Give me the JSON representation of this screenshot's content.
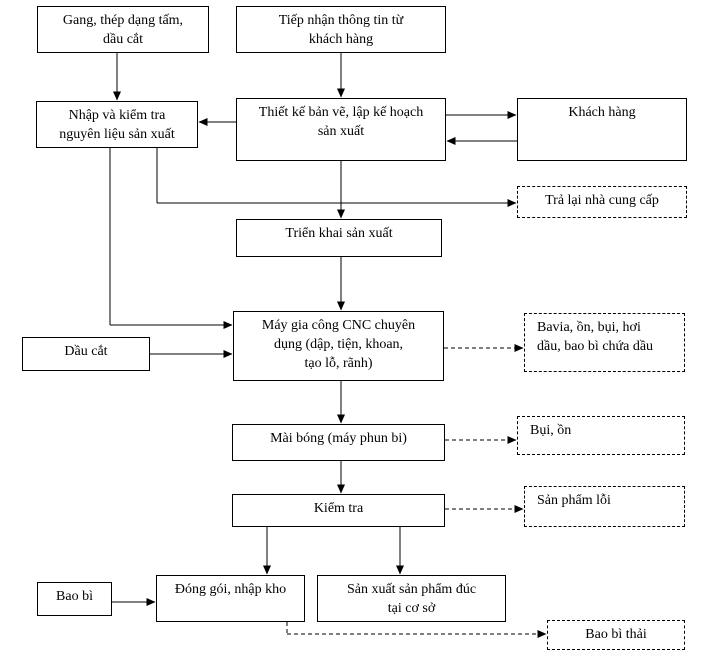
{
  "nodes": {
    "raw_materials": "Gang, thép dạng tấm,\ndầu cắt",
    "customer_info": "Tiếp nhận thông tin từ\nkhách hàng",
    "import_check": "Nhập và kiểm tra\nnguyên liệu sản xuất",
    "design_plan": "Thiết kế bản vẽ, lập kế hoạch\nsản xuất",
    "customer": "Khách hàng",
    "return_supplier": "Trả lại nhà cung cấp",
    "deploy_production": "Triển khai sản xuất",
    "cutting_oil": "Dầu cắt",
    "cnc_machine": "Máy gia công CNC chuyên\ndụng (dập, tiện, khoan,\ntạo lỗ, rãnh)",
    "cnc_waste": "Bavia, ồn, bụi, hơi\ndầu, bao bì chứa dầu",
    "polishing": "Mài bóng (máy phun bi)",
    "polish_waste": "Bụi, ồn",
    "inspection": "Kiểm tra",
    "defect_product": "Sản phẩm lỗi",
    "packaging_material": "Bao bì",
    "pack_store": "Đóng gói, nhập kho",
    "casting_onsite": "Sản xuất sản phẩm đúc\ntại cơ sở",
    "waste_packaging": "Bao bì thải"
  }
}
